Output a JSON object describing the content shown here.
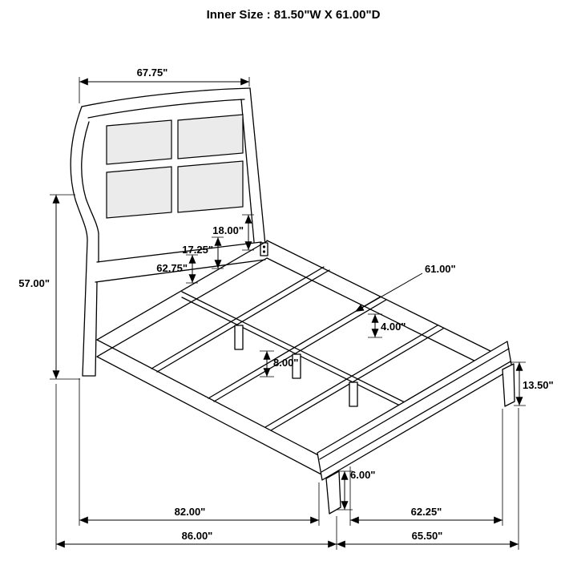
{
  "title": "Inner Size : 81.50\"W X 61.00\"D",
  "dimension_labels": {
    "headboard_width": "67.75\"",
    "headboard_height": "57.00\"",
    "panel_height": "18.00\"",
    "headboard_rail_height": "17.25\"",
    "headboard_inner_width": "62.75\"",
    "slat_length": "61.00\"",
    "rail_thickness": "4.00\"",
    "support_leg_height": "8.00\"",
    "footboard_height": "13.50\"",
    "foot_leg_height": "6.00\"",
    "inner_length": "82.00\"",
    "footboard_inner_width": "62.25\"",
    "overall_length": "86.00\"",
    "overall_width": "65.50\""
  }
}
